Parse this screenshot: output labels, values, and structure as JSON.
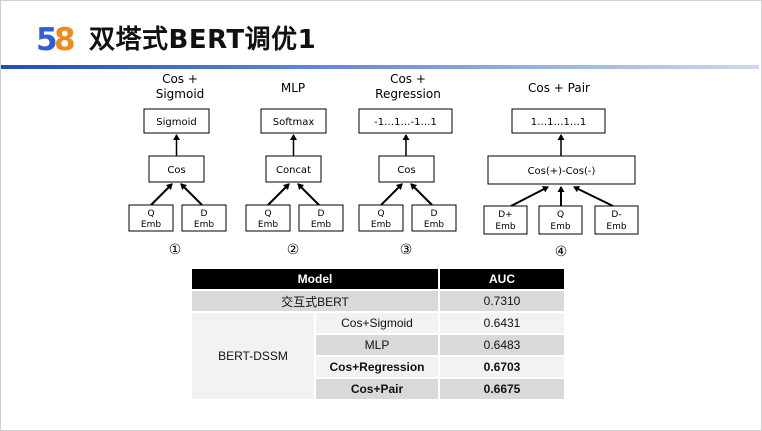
{
  "slide": {
    "title": "双塔式BERT调优1",
    "logo_text": "58",
    "colors": {
      "rule_start": "#1f4fb0",
      "rule_end": "#cdd9ef",
      "logo_5": "#2f5fd0",
      "logo_8": "#f08a1c",
      "table_header": "#000000",
      "table_gray": "#d9d9d9"
    }
  },
  "diagrams": [
    {
      "number": "①",
      "header_lines": [
        "Cos +",
        "Sigmoid"
      ],
      "top_box": "Sigmoid",
      "mid_box": "Cos",
      "inputs": [
        [
          "Q",
          "Emb"
        ],
        [
          "D",
          "Emb"
        ]
      ]
    },
    {
      "number": "②",
      "header_lines": [
        "MLP"
      ],
      "top_box": "Softmax",
      "mid_box": "Concat",
      "inputs": [
        [
          "Q",
          "Emb"
        ],
        [
          "D",
          "Emb"
        ]
      ]
    },
    {
      "number": "③",
      "header_lines": [
        "Cos +",
        "Regression"
      ],
      "top_box": "-1…1…-1…1",
      "mid_box": "Cos",
      "inputs": [
        [
          "Q",
          "Emb"
        ],
        [
          "D",
          "Emb"
        ]
      ]
    },
    {
      "number": "④",
      "header_lines": [
        "Cos + Pair"
      ],
      "top_box": "1…1…1…1",
      "mid_box": "Cos(+)-Cos(-)",
      "inputs": [
        [
          "D+",
          "Emb"
        ],
        [
          "Q",
          "Emb"
        ],
        [
          "D-",
          "Emb"
        ]
      ]
    }
  ],
  "table": {
    "header": {
      "model": "Model",
      "auc": "AUC"
    },
    "interactive": {
      "model": "交互式BERT",
      "auc": "0.7310"
    },
    "group_label": "BERT-DSSM",
    "rows": [
      {
        "model": "Cos+Sigmoid",
        "auc": "0.6431"
      },
      {
        "model": "MLP",
        "auc": "0.6483"
      },
      {
        "model": "Cos+Regression",
        "auc": "0.6703"
      },
      {
        "model": "Cos+Pair",
        "auc": "0.6675"
      }
    ]
  }
}
